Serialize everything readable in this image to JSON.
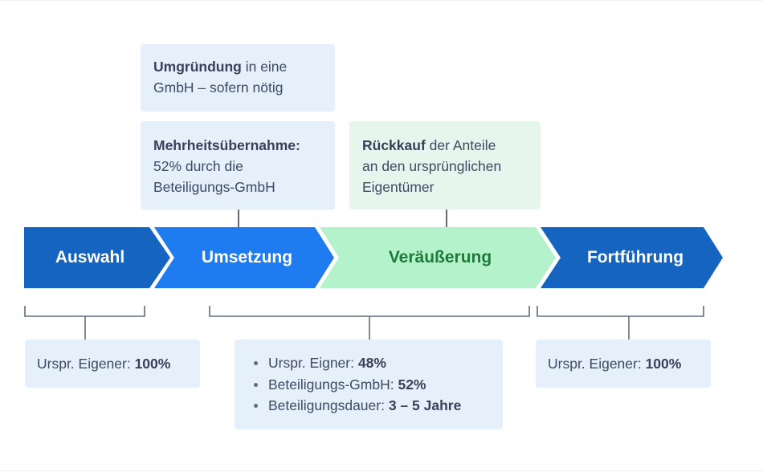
{
  "colors": {
    "arrow_dark": "#1565c0",
    "arrow_blue": "#1e7cf0",
    "arrow_green": "#b4f2cc",
    "box_blue": "#e6f0fb",
    "box_green": "#e7f6ec",
    "text": "#3d4a63"
  },
  "top_boxes": {
    "umgruendung": {
      "bold": "Umgründung",
      "rest_line1": " in eine",
      "line2": "GmbH – sofern nötig"
    },
    "mehrheit": {
      "bold": "Mehrheitsübernahme:",
      "line2": "52% durch die",
      "line3": "Beteiligungs-GmbH"
    },
    "rueckkauf": {
      "bold": "Rückkauf",
      "rest_line1": " der Anteile",
      "line2": "an den ursprünglichen",
      "line3": "Eigentümer"
    }
  },
  "phases": [
    {
      "label": "Auswahl"
    },
    {
      "label": "Umsetzung"
    },
    {
      "label": "Veräußerung"
    },
    {
      "label": "Fortführung"
    }
  ],
  "bottom_boxes": {
    "left": {
      "text": "Urspr. Eigener: ",
      "bold": "100%"
    },
    "middle": [
      {
        "text": "Urspr. Eigner: ",
        "bold": "48%"
      },
      {
        "text": "Beteiligungs-GmbH: ",
        "bold": "52%"
      },
      {
        "text": "Beteiligungsdauer: ",
        "bold": "3 – 5 Jahre"
      }
    ],
    "right": {
      "text": "Urspr. Eigener: ",
      "bold": "100%"
    }
  }
}
